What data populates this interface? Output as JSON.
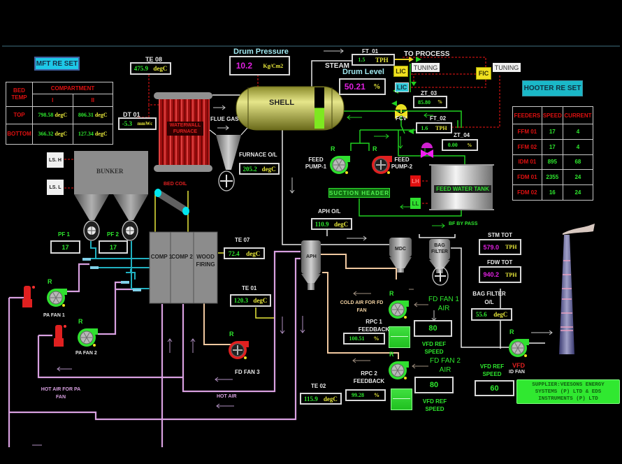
{
  "buttons": {
    "mft_reset": "MFT RE SET",
    "hooter_reset": "HOOTER RE SET",
    "lic_tuning": "TUNING",
    "fic_tuning": "TUNING"
  },
  "bed_temp_table": {
    "corner": "BED TEMP",
    "group_header": "COMPARTMENT",
    "columns": [
      "I",
      "II"
    ],
    "rows": [
      {
        "label": "TOP",
        "values": [
          "798.58",
          "806.31"
        ],
        "unit": "degC"
      },
      {
        "label": "BOTTOM",
        "values": [
          "366.32",
          "127.34"
        ],
        "unit": "degC"
      }
    ]
  },
  "feeders_table": {
    "headers": [
      "FEEDERS",
      "SPEED",
      "CURRENT"
    ],
    "rows": [
      {
        "name": "FFM 01",
        "speed": "17",
        "current": "4"
      },
      {
        "name": "FFM 02",
        "speed": "17",
        "current": "4"
      },
      {
        "name": "IDM 01",
        "speed": "895",
        "current": "68"
      },
      {
        "name": "FDM 01",
        "speed": "2355",
        "current": "24"
      },
      {
        "name": "FDM 02",
        "speed": "16",
        "current": "24"
      }
    ]
  },
  "instruments": {
    "te08": {
      "tag": "TE 08",
      "value": "475.9",
      "unit": "degC"
    },
    "dt01": {
      "tag": "DT  01",
      "value": "-5.3",
      "unit": "mmWc"
    },
    "drum_pressure": {
      "tag": "Drum Pressure",
      "value": "10.2",
      "unit": "Kg/Cm2"
    },
    "drum_level": {
      "tag": "Drum Level",
      "value": "50.21",
      "unit": "%"
    },
    "ft01": {
      "tag": "FT_01",
      "value": "1.5",
      "unit": "TPH"
    },
    "zt03": {
      "tag": "ZT_03",
      "value": "85.80",
      "unit": "%"
    },
    "ft02": {
      "tag": "FT_02",
      "value": "1.6",
      "unit": "TPH"
    },
    "zt04": {
      "tag": "ZT_04",
      "value": "0.00",
      "unit": "%"
    },
    "furnace_ol": {
      "tag": "FURNACE O/L",
      "value": "205.2",
      "unit": "degC"
    },
    "aph_ol": {
      "tag": "APH O/L",
      "value": "110.9",
      "unit": "degC"
    },
    "te07": {
      "tag": "TE 07",
      "value": "72.4",
      "unit": "degC"
    },
    "te01": {
      "tag": "TE 01",
      "value": "120.3",
      "unit": "degC"
    },
    "te02": {
      "tag": "TE 02",
      "value": "115.9",
      "unit": "degC"
    },
    "rpc1": {
      "tag": "RPC 1 FEEDBACK",
      "value": "100.51",
      "unit": "%"
    },
    "rpc2": {
      "tag": "RPC 2 FEEDBACK",
      "value": "99.28",
      "unit": "%"
    },
    "stm_tot": {
      "tag": "STM TOT",
      "value": "579.0",
      "unit": "TPH"
    },
    "fdw_tot": {
      "tag": "FDW TOT",
      "value": "940.2",
      "unit": "TPH"
    },
    "bag_filter_ol": {
      "tag": "BAG FILTER O/L",
      "value": "55.6",
      "unit": "degC"
    },
    "pf1": {
      "tag": "PF 1",
      "value": "17"
    },
    "pf2": {
      "tag": "PF 2",
      "value": "17"
    },
    "fd1_vfd": {
      "value": "80",
      "label": "VFD REF SPEED"
    },
    "fd2_vfd": {
      "value": "80",
      "label": "VFD REF SPEED"
    },
    "id_vfd": {
      "value": "60",
      "label": "VFD REF SPEED"
    }
  },
  "drum_level_fraction": 0.5021,
  "labels": {
    "shell": "SHELL",
    "steam": "STEAM",
    "to_process": "TO PROCESS",
    "flue_gas": "FLUE GAS",
    "waterwall_furnace": "WATERWALL FURNACE",
    "bunker": "BUNKER",
    "bed_coil": "BED COIL",
    "ls_h": "LS. H",
    "ls_l": "LS. L",
    "comp1": "COMP 1",
    "comp2": "COMP 2",
    "wood_firing": "WOOD FIRING",
    "feed_pump_1": "FEED PUMP-1",
    "feed_pump_2": "FEED PUMP-2",
    "suction_header": "SUCTION HEADER",
    "feed_water_tank": "FEED WATER TANK",
    "lh": "LH",
    "ll": "LL",
    "bf_bypass": "BF BY PASS",
    "aph": "APH",
    "mdc": "MDC",
    "bag_filter": "BAG FILTER",
    "fcv": "FCV",
    "lic": "LIC",
    "lic2": "LIC",
    "fic": "FIC",
    "pa_fan_1": "PA FAN 1",
    "pa_fan_2": "PA FAN 2",
    "fd_fan_3": "FD FAN 3",
    "fd_fan_1_air": "FD FAN 1 AIR",
    "fd_fan_2_air": "FD FAN 2 AIR",
    "cold_air_fd": "COLD AIR FOR FD FAN",
    "hot_air_pa": "HOT AIR FOR PA FAN",
    "hot_air": "HOT AIR",
    "vfd": "VFD",
    "id_fan": "ID FAN",
    "run": "R",
    "supplier": "SUPPLIER:VEESONS ENERGY SYSTEMS (P) LTD & EDS INSTRUMENTS (P) LTD"
  },
  "colors": {
    "background": "#000000",
    "value_green": "#2ee82e",
    "unit_yellow": "#e8e83a",
    "value_magenta": "#e020e0",
    "alarm_red": "#e01010",
    "button_cyan": "#1ec8e8",
    "pipe_pink": "#d8a0e0",
    "pipe_cyan": "#20b0c0",
    "pipe_green": "#20d020"
  }
}
